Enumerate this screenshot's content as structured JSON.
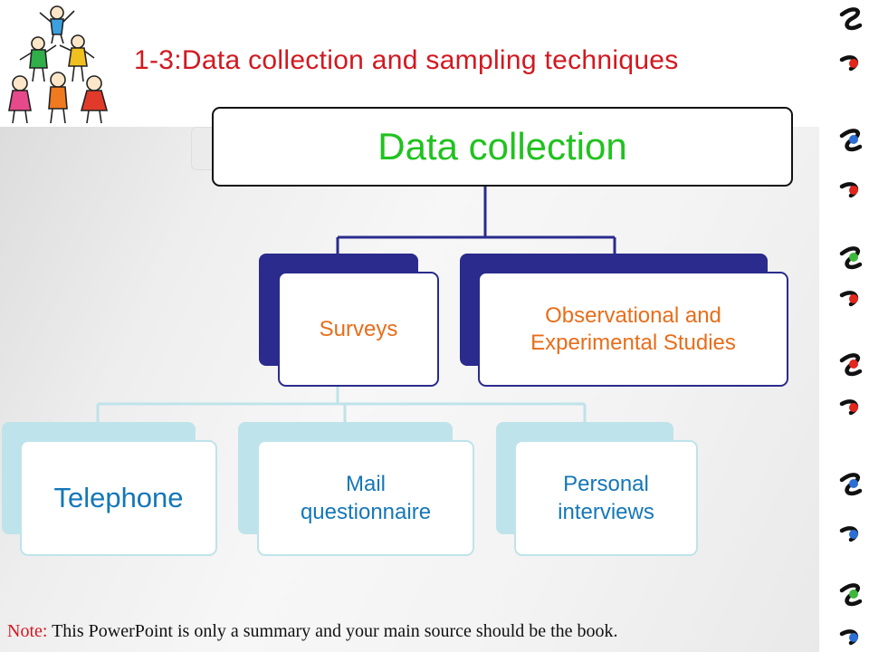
{
  "slide": {
    "title": "1-3:Data collection and sampling techniques"
  },
  "diagram": {
    "root": "Data collection",
    "level1": [
      {
        "label": "Surveys"
      },
      {
        "label_line1": "Observational and",
        "label_line2": "Experimental Studies"
      }
    ],
    "level2": [
      {
        "label": "Telephone"
      },
      {
        "label_line1": "Mail",
        "label_line2": "questionnaire"
      },
      {
        "label_line1": "Personal",
        "label_line2": "interviews"
      }
    ]
  },
  "footnote": {
    "label": "Note:",
    "text": " This PowerPoint is only a summary and your main source should be the book."
  },
  "decorations": {
    "clipart": "children-pyramid-clipart",
    "border": "curly-swirls-border",
    "colors": {
      "title": "#d21820",
      "root_text": "#21c21f",
      "navy": "#2a2b8c",
      "light_blue": "#bfe3ea",
      "orange_text": "#e86d1a",
      "blue_text": "#1477b8"
    }
  }
}
